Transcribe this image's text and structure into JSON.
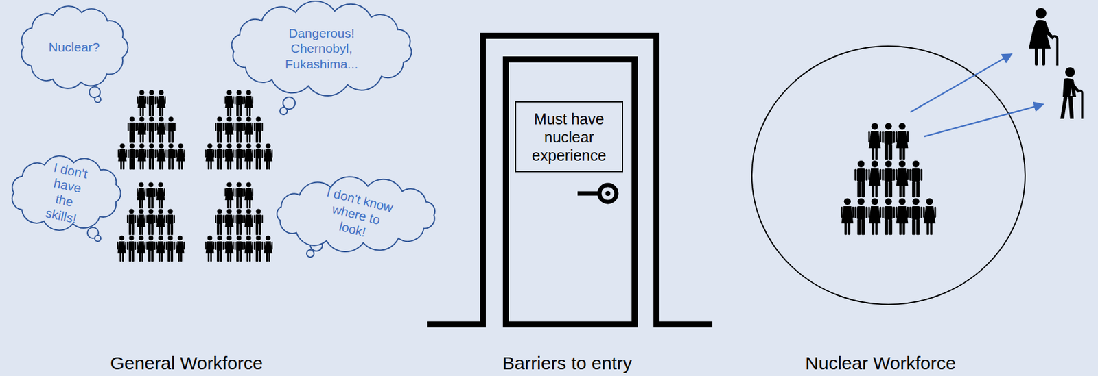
{
  "diagram": {
    "nodes": [
      {
        "text": [
          "Nuclear?"
        ]
      },
      {
        "text": [
          "Dangerous! Chernobyl, Fukashima..."
        ]
      },
      {
        "text": [
          "I don't have the skills!"
        ]
      },
      {
        "text": [
          "I don't know where to look!"
        ]
      },
      {
        "text": [
          "Must have nuclear experience"
        ]
      }
    ],
    "labels": [
      "General Workforce",
      "Barriers to entry",
      "Nuclear Workforce"
    ]
  }
}
